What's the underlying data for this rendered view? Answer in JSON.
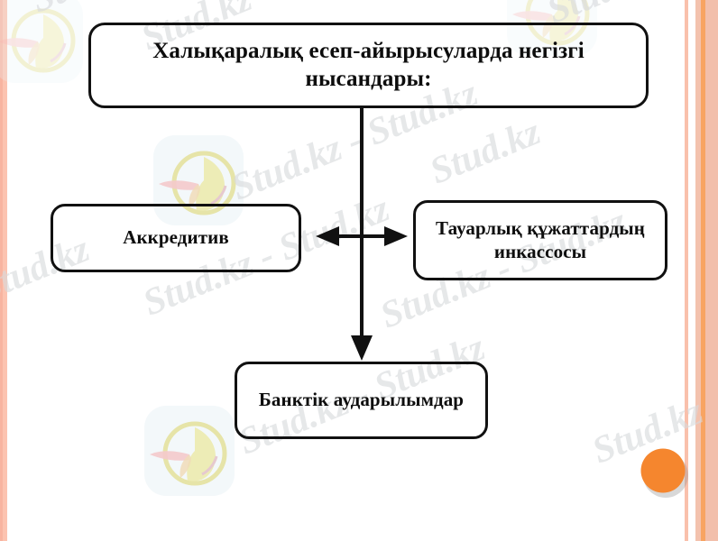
{
  "slide": {
    "title_box": {
      "text": "Халықаралық есеп-айырысуларда негізгі нысандары:"
    },
    "nodes": [
      {
        "id": "accreditive",
        "text": "Аккредитив"
      },
      {
        "id": "collection",
        "text": "Тауарлық құжаттардың инкассосы"
      },
      {
        "id": "transfers",
        "text": "Банктік аударылымдар"
      }
    ],
    "connectors": [
      {
        "id": "vertical-down-arrow",
        "kind": "arrow-down"
      },
      {
        "id": "horizontal-double-arrow",
        "kind": "arrow-both"
      }
    ],
    "decor": {
      "bullet_dot": "orange-dot",
      "frame_accent": "#f5862e",
      "frame_tint": "#f8b4a0"
    },
    "watermark": {
      "text": "Stud.kz - Stud.kz",
      "short_text": "Stud.kz",
      "logo": "hummingbird-logo"
    }
  }
}
